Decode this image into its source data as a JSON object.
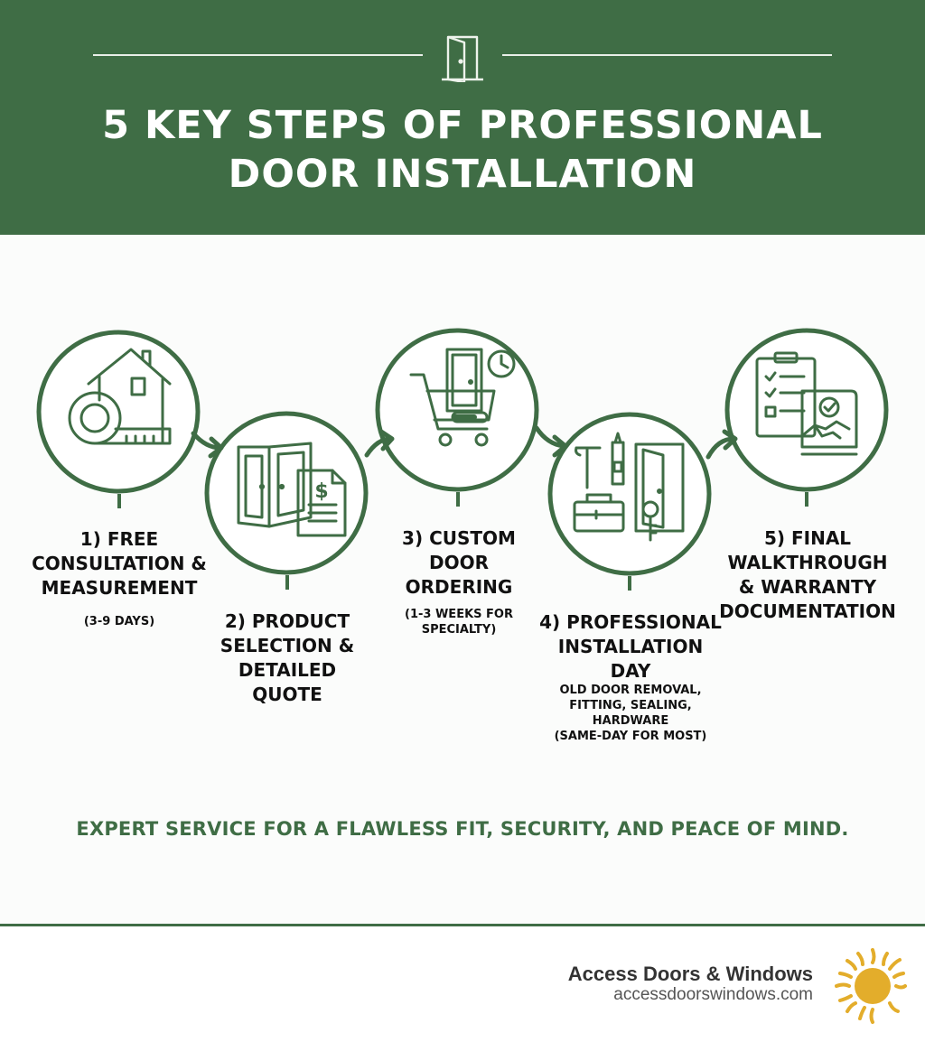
{
  "header": {
    "title_line1": "5 KEY STEPS OF PROFESSIONAL",
    "title_line2": "DOOR INSTALLATION",
    "icon": "door-icon"
  },
  "steps": [
    {
      "label_lines": [
        "1) FREE",
        "CONSULTATION &",
        "MEASUREMENT"
      ],
      "note_lines": [
        "(3-9 DAYS)"
      ],
      "icon": "house-tape-measure-icon"
    },
    {
      "label_lines": [
        "2) PRODUCT",
        "SELECTION &",
        "DETAILED",
        "QUOTE"
      ],
      "note_lines": [],
      "icon": "door-quote-icon"
    },
    {
      "label_lines": [
        "3) CUSTOM",
        "DOOR",
        "ORDERING"
      ],
      "note_lines": [
        "(1-3 WEEKS FOR",
        "SPECIALTY)"
      ],
      "icon": "cart-door-clock-icon"
    },
    {
      "label_lines": [
        "4) PROFESSIONAL",
        "INSTALLATION",
        "DAY"
      ],
      "note_lines": [
        "OLD DOOR REMOVAL,",
        "FITTING, SEALING,",
        "HARDWARE",
        "(SAME-DAY FOR MOST)"
      ],
      "icon": "tools-door-key-icon"
    },
    {
      "label_lines": [
        "5) FINAL",
        "WALKTHROUGH",
        "& WARRANTY",
        "DOCUMENTATION"
      ],
      "note_lines": [],
      "icon": "checklist-handshake-icon"
    }
  ],
  "tagline": "EXPERT SERVICE FOR A FLAWLESS FIT, SECURITY, AND PEACE OF MIND.",
  "footer": {
    "brand_name": "Access Doors & Windows",
    "brand_url": "accessdoorswindows.com",
    "logo_icon": "sun-icon"
  },
  "colors": {
    "brand_green": "#3f6d45",
    "sun_yellow": "#e3ad2b"
  }
}
